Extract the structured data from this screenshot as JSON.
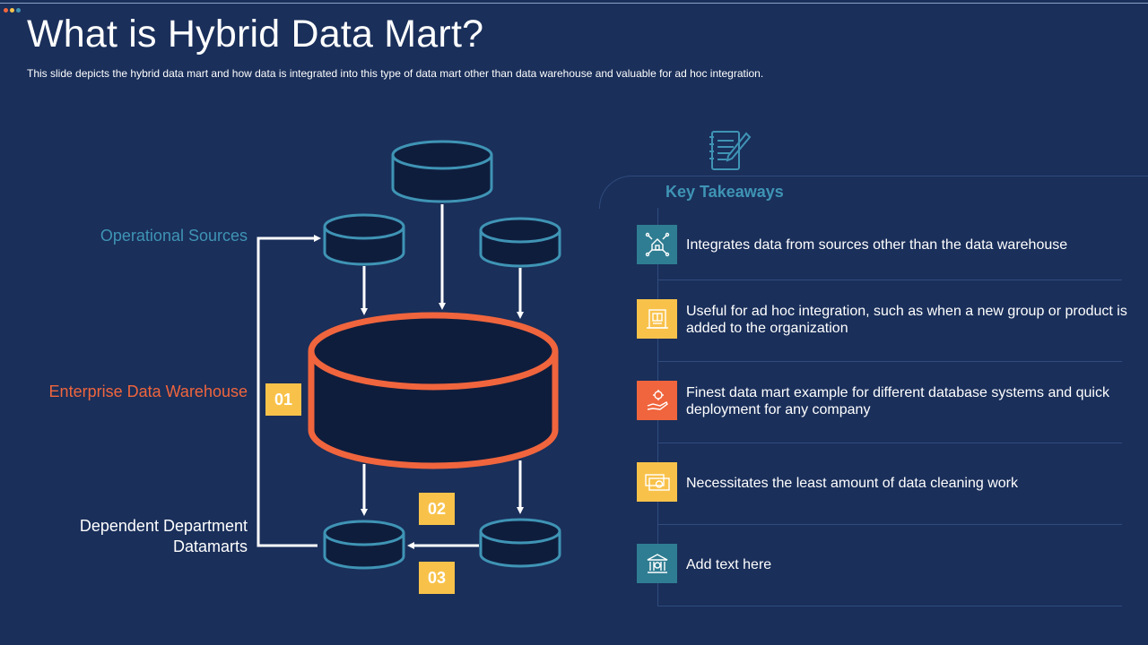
{
  "slide": {
    "title": "What is Hybrid Data Mart?",
    "subtitle": "This slide depicts the hybrid data mart and how data is integrated into this type of data mart other than data warehouse and valuable for ad hoc integration."
  },
  "diagram": {
    "labels": {
      "operational_sources": "Operational Sources",
      "enterprise_data_warehouse": "Enterprise Data Warehouse",
      "dependent_datamarts_line1": "Dependent Department",
      "dependent_datamarts_line2": "Datamarts"
    },
    "badges": [
      "01",
      "02",
      "03"
    ],
    "colors": {
      "warehouse": "#f0653d",
      "database": "#3f94b5",
      "badge": "#f8c24a"
    }
  },
  "key_takeaways": {
    "title": "Key Takeaways",
    "header_icon": "notepad-icon",
    "items": [
      {
        "text": "Integrates data from sources other than the data warehouse",
        "icon": "network-house-icon",
        "color": "#2f7d92"
      },
      {
        "text": "Useful for ad hoc integration, such as when a new group or product is added to the organization",
        "icon": "blueprint-icon",
        "color": "#f8c24a"
      },
      {
        "text": "Finest data mart example for different database systems and quick deployment for any company",
        "icon": "hand-gear-icon",
        "color": "#f0653d"
      },
      {
        "text": "Necessitates the least amount of data cleaning work",
        "icon": "money-icon",
        "color": "#f8c24a"
      },
      {
        "text": "Add text here",
        "icon": "bank-icon",
        "color": "#2f7d92"
      }
    ]
  }
}
